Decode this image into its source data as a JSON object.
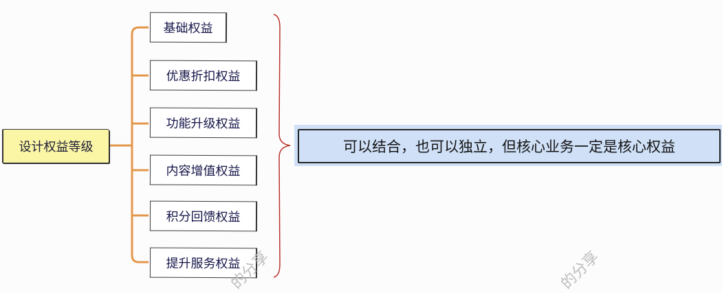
{
  "root": {
    "label": "设计权益等级",
    "fill": "#fbf6a6"
  },
  "children": [
    {
      "label": "基础权益"
    },
    {
      "label": "优惠折扣权益"
    },
    {
      "label": "功能升级权益"
    },
    {
      "label": "内容增值权益"
    },
    {
      "label": "积分回馈权益"
    },
    {
      "label": "提升服务权益"
    }
  ],
  "summary": {
    "label": "可以结合，也可以独立，但核心业务一定是核心权益",
    "fill": "#cfe0f7"
  },
  "colors": {
    "branch": "#e3974a",
    "brace": "#b8322b"
  },
  "watermarks": [
    {
      "text": "的分享"
    },
    {
      "text": "的分享"
    }
  ]
}
